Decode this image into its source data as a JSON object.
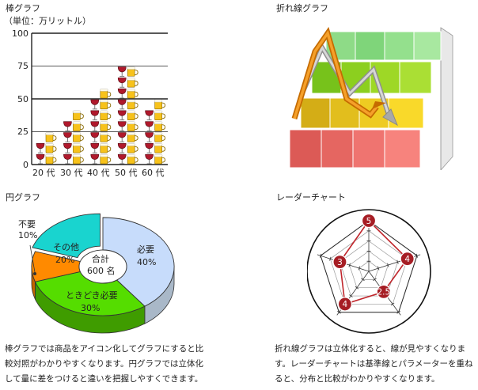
{
  "bar": {
    "title": "棒グラフ",
    "unit": "（単位：万リットル）",
    "y_ticks": [
      "100",
      "75",
      "50",
      "25",
      "0"
    ],
    "x_labels": [
      "20 代",
      "30 代",
      "40 代",
      "50 代",
      "60 代"
    ]
  },
  "line": {
    "title": "折れ線グラフ"
  },
  "pie": {
    "title": "円グラフ",
    "center_line1": "合計",
    "center_line2": "600 名",
    "slices": [
      {
        "label": "必要",
        "pct": "40%",
        "value": 40,
        "color": "#c7dcfb"
      },
      {
        "label": "ときどき必要",
        "pct": "30%",
        "value": 30,
        "color": "#55dd00"
      },
      {
        "label": "不要",
        "pct": "10%",
        "value": 10,
        "color": "#ff8a00"
      },
      {
        "label": "その他",
        "pct": "20%",
        "value": 20,
        "color": "#19d4cf"
      }
    ]
  },
  "radar": {
    "title": "レーダーチャート",
    "values": [
      "5",
      "4",
      "2.5",
      "4",
      "3"
    ]
  },
  "chart_data": [
    {
      "type": "bar",
      "title": "棒グラフ",
      "ylabel": "（単位：万リットル）",
      "categories": [
        "20 代",
        "30 代",
        "40 代",
        "50 代",
        "60 代"
      ],
      "series": [
        {
          "name": "",
          "values": [
            15,
            35,
            50,
            75,
            45
          ],
          "icon": "wine-glass"
        },
        {
          "name": "",
          "values": [
            25,
            45,
            60,
            75,
            50
          ],
          "icon": "beer-mug"
        }
      ],
      "ylim": [
        0,
        100
      ],
      "grid": true
    },
    {
      "type": "line",
      "title": "折れ線グラフ",
      "style": "3d"
    },
    {
      "type": "pie",
      "title": "円グラフ",
      "style": "3d",
      "slices": [
        {
          "label": "必要",
          "value": 40
        },
        {
          "label": "ときどき必要",
          "value": 30
        },
        {
          "label": "不要",
          "value": 10
        },
        {
          "label": "その他",
          "value": 20
        }
      ]
    },
    {
      "type": "radar",
      "title": "レーダーチャート",
      "values": [
        5,
        4,
        2.5,
        4,
        3
      ],
      "max": 5
    }
  ],
  "captions": {
    "left_lines": [
      "棒グラフでは商品をアイコン化してグラフにすると比",
      "較対照がわかりやすくなります。円グラフでは立体化",
      "して量に差をつけると違いを把握しやすくできます。"
    ],
    "right_lines": [
      "折れ線グラフは立体化すると、線が見やすくなりま",
      "す。レーダーチャートは基準線とパラメーターを重ね",
      "ると、分布と比較がわかりやすくなります。"
    ]
  },
  "colors": {
    "wine": "#b0192c",
    "beer": "#f7c21a",
    "radar_line": "#c0262c",
    "line_arrow_orange": "#f08a00",
    "line_arrow_gray": "#999999"
  }
}
